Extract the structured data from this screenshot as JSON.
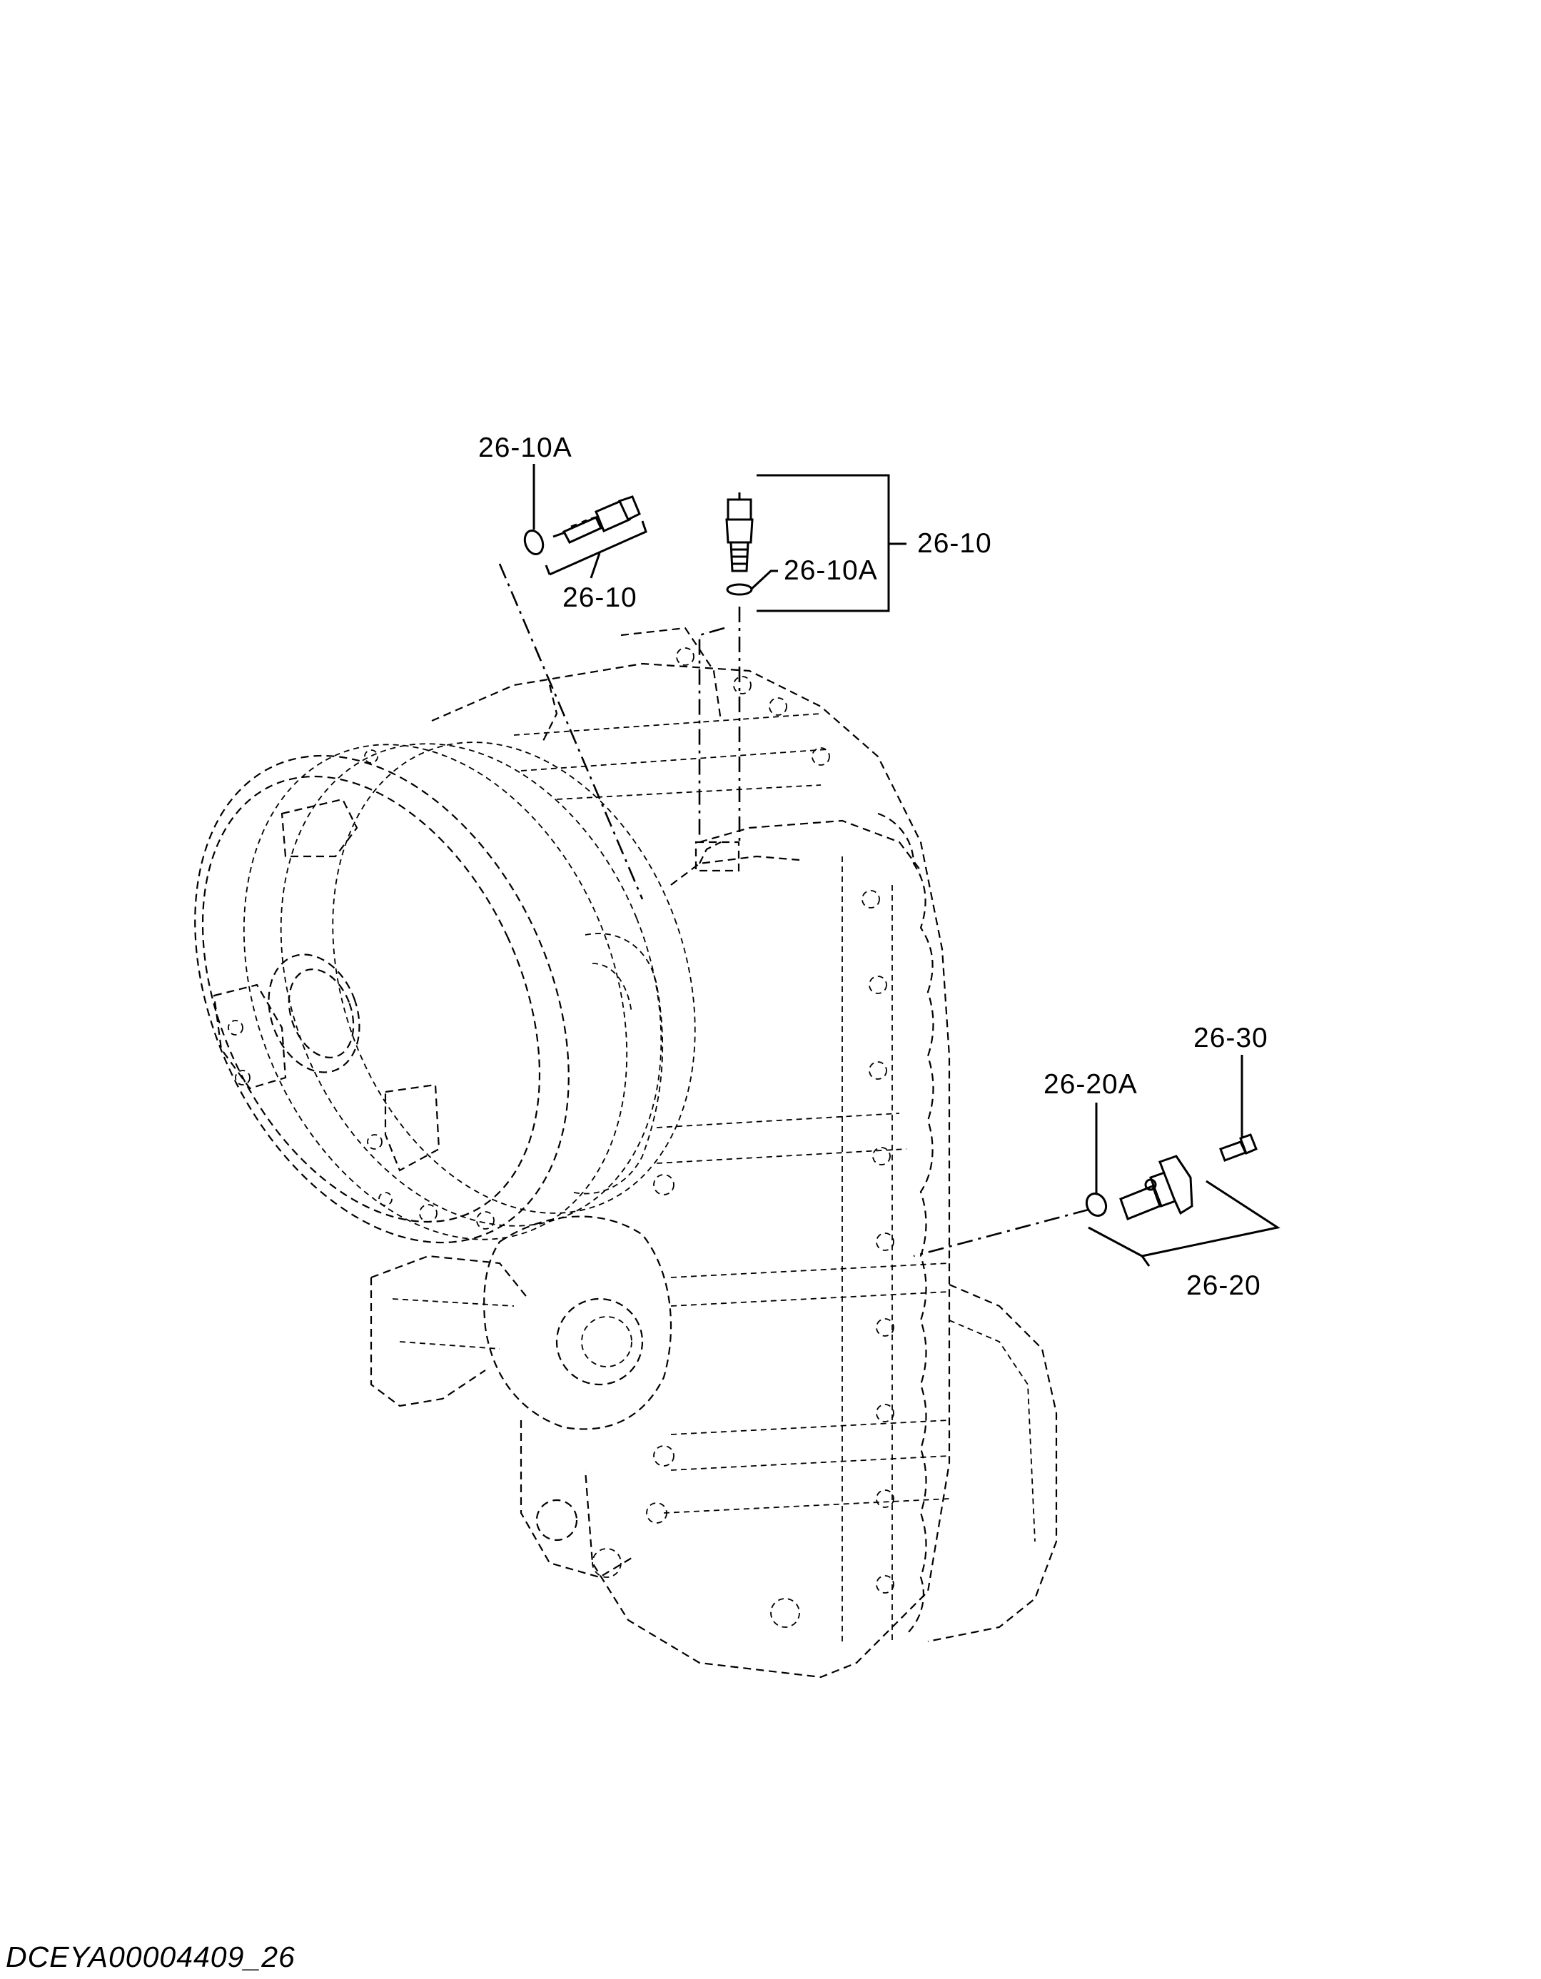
{
  "drawing": {
    "code": "DCEYA00004409_26"
  },
  "callouts": {
    "left_oring": "26-10A",
    "left_sensor": "26-10",
    "top_bracket": "26-10",
    "top_oring": "26-10A",
    "right_oring": "26-20A",
    "right_bolt": "26-30",
    "right_sensor": "26-20"
  }
}
